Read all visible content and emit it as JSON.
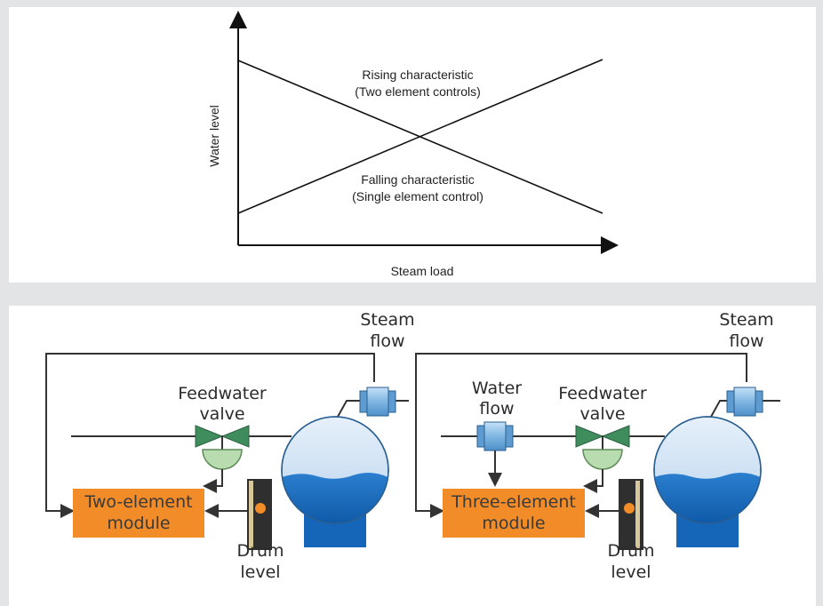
{
  "chart": {
    "y_axis_label": "Water level",
    "x_axis_label": "Steam load",
    "rising_line": {
      "title": "Rising characteristic",
      "subtitle": "(Two element controls)"
    },
    "falling_line": {
      "title": "Falling characteristic",
      "subtitle": "(Single element control)"
    }
  },
  "left_system": {
    "steam_flow_label": [
      "Steam",
      "flow"
    ],
    "feedwater_valve_label": [
      "Feedwater",
      "valve"
    ],
    "module_label": [
      "Two-element",
      "module"
    ],
    "drum_level_label": [
      "Drum",
      "level"
    ]
  },
  "right_system": {
    "steam_flow_label": [
      "Steam",
      "flow"
    ],
    "water_flow_label": [
      "Water",
      "flow"
    ],
    "feedwater_valve_label": [
      "Feedwater",
      "valve"
    ],
    "module_label": [
      "Three-element",
      "module"
    ],
    "drum_level_label": [
      "Drum",
      "level"
    ]
  },
  "colors": {
    "module_fill": "#f28c28",
    "drum_water": "#1f6fc0",
    "drum_top": "#cfe2f3",
    "drum_base": "#1565b8",
    "valve_green": "#3a8a5a",
    "actuator_green": "#b8dcb0",
    "meter_blue": "#8fc2e8",
    "line_color": "#333333"
  }
}
